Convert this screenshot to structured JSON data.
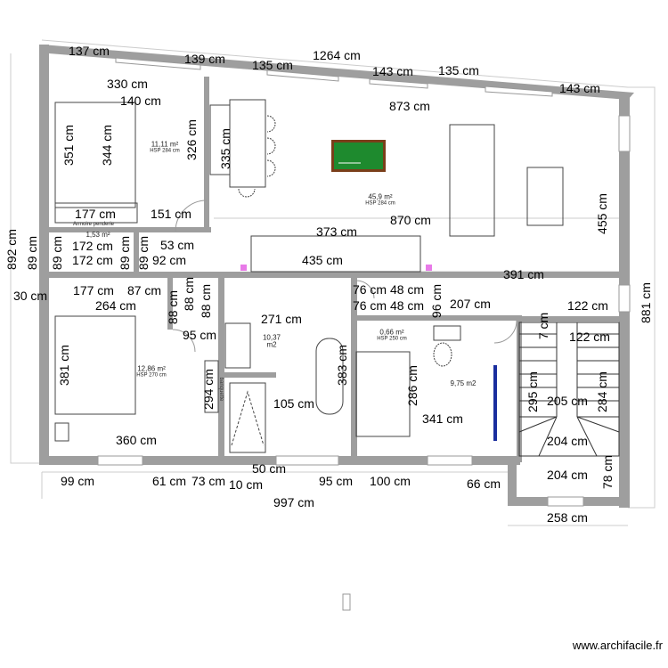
{
  "plan": {
    "wall_color": "#9e9e9e",
    "dimensions_h": [
      "137 cm",
      "139 cm",
      "1264 cm",
      "135 cm",
      "143 cm",
      "135 cm",
      "143 cm",
      "330 cm",
      "140 cm",
      "873 cm",
      "177 cm",
      "151 cm",
      "870 cm",
      "373 cm",
      "53 cm",
      "172 cm",
      "172 cm",
      "92 cm",
      "435 cm",
      "30 cm",
      "391 cm",
      "177 cm",
      "87 cm",
      "264 cm",
      "207 cm",
      "122 cm",
      "271 cm",
      "122 cm",
      "95 cm",
      "205 cm",
      "341 cm",
      "105 cm",
      "360 cm",
      "204 cm",
      "204 cm",
      "50 cm",
      "99 cm",
      "61 cm",
      "73 cm",
      "10 cm",
      "95 cm",
      "100 cm",
      "66 cm",
      "997 cm",
      "258 cm",
      "76 cm",
      "48 cm",
      "76 cm",
      "48 cm"
    ],
    "dimensions_v": [
      "351 cm",
      "344 cm",
      "326 cm",
      "335 cm",
      "455 cm",
      "892 cm",
      "881 cm",
      "88 cm",
      "88 cm",
      "88 cm",
      "96 cm",
      "7 cm",
      "381 cm",
      "383 cm",
      "294 cm",
      "286 cm",
      "295 cm",
      "284 cm",
      "78 cm",
      "89 cm",
      "89 cm",
      "89 cm",
      "89 cm"
    ],
    "rooms": [
      {
        "area": "11,11 m²",
        "hsp": "HSP 284 cm"
      },
      {
        "area": "45,9 m²",
        "hsp": "HSP 284 cm"
      },
      {
        "area": "1,53 m²"
      },
      {
        "area": "12,86 m²",
        "hsp": "HSP 270 cm"
      },
      {
        "area": "10,37",
        "unit": "m2"
      },
      {
        "area": "0,66 m²",
        "hsp": "HSP 250 cm"
      },
      {
        "area": "9,75 m2"
      }
    ],
    "furniture_labels": {
      "bench": "banquette",
      "wardrobe": "Armoire penderie"
    },
    "billiard_color": "#1e8a2e",
    "billiard_frame": "#7a3e1a",
    "marker_color": "#e87ae8"
  },
  "watermark": "www.archifacile.fr"
}
